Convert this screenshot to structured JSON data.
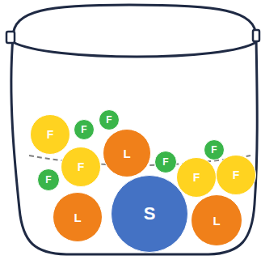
{
  "diagram": {
    "nodes": [
      {
        "text": [
          "F"
        ]
      },
      {
        "text": [
          "F"
        ]
      },
      {
        "text": [
          "F"
        ]
      },
      {
        "text": [
          "L"
        ]
      },
      {
        "text": [
          "F"
        ]
      },
      {
        "text": [
          "F"
        ]
      },
      {
        "text": [
          "F"
        ]
      },
      {
        "text": [
          "F"
        ]
      },
      {
        "text": [
          "F"
        ]
      },
      {
        "text": [
          "F"
        ]
      },
      {
        "text": [
          "L"
        ]
      },
      {
        "text": [
          "S"
        ]
      },
      {
        "text": [
          "L"
        ]
      }
    ]
  }
}
